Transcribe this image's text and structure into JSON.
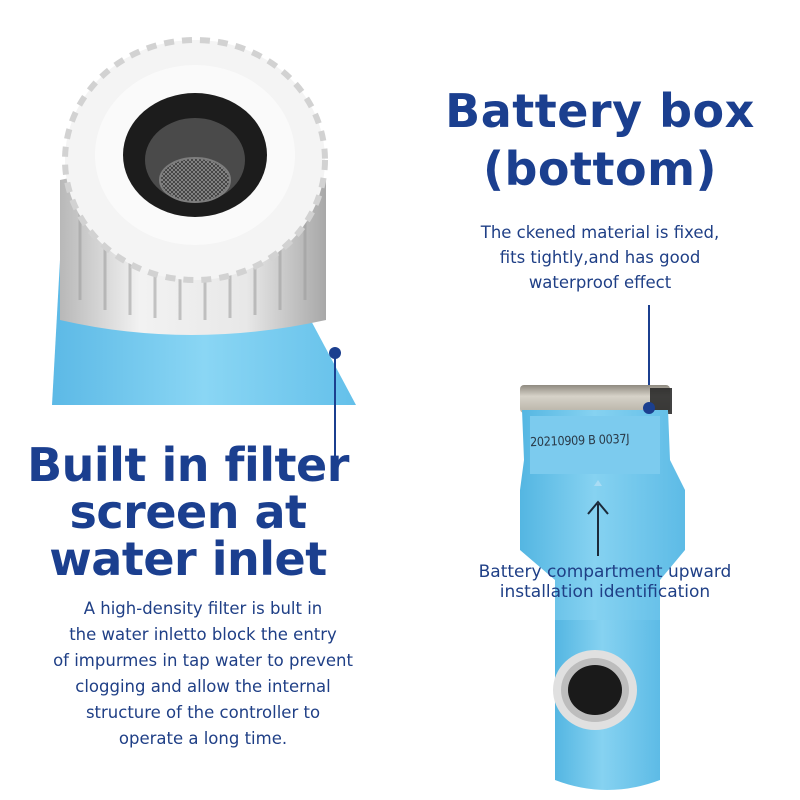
{
  "battery_section": {
    "title_line1": "Battery box",
    "title_line2": "(bottom)",
    "caption_line1": "The ckened material is fixed,",
    "caption_line2": "fits tightly,and has good",
    "caption_line3": "waterproof effect",
    "serial_number": "20210909 B 0037J",
    "id_label_line1": "Battery compartment upward",
    "id_label_line2": "installation identification"
  },
  "filter_section": {
    "title_line1": "Built in filter",
    "title_line2": "screen at",
    "title_line3": "water inlet",
    "caption_line1": "A high-density filter is bult in",
    "caption_line2": "the water inletto block the entry",
    "caption_line3": "of impurmes in tap water to prevent",
    "caption_line4": "clogging and allow the internal",
    "caption_line5": "structure of the controller to",
    "caption_line6": "operate a long time."
  },
  "colors": {
    "heading_blue": "#1b3f8f",
    "device_light_blue": "#6fc7ea",
    "fitting_white": "#e6e6e6"
  }
}
